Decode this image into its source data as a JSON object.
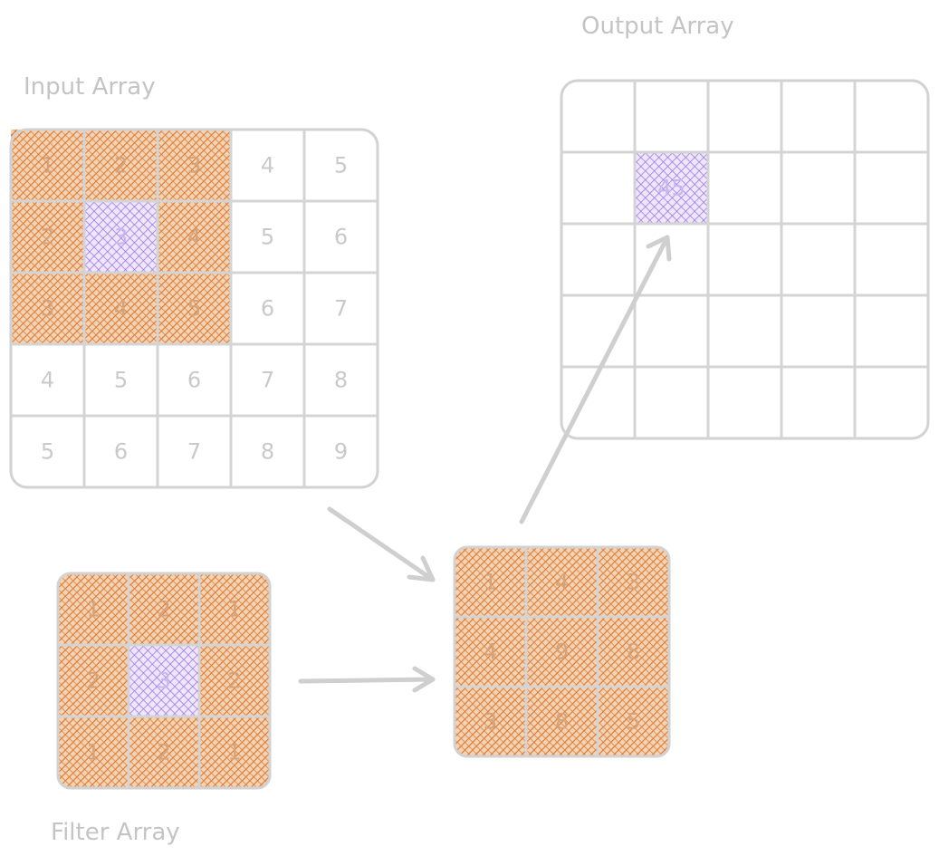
{
  "labels": {
    "input": "Input Array",
    "filter": "Filter Array",
    "output": "Output Array"
  },
  "input": {
    "cells": [
      [
        "1",
        "2",
        "3",
        "4",
        "5"
      ],
      [
        "2",
        "3",
        "4",
        "5",
        "6"
      ],
      [
        "3",
        "4",
        "5",
        "6",
        "7"
      ],
      [
        "4",
        "5",
        "6",
        "7",
        "8"
      ],
      [
        "5",
        "6",
        "7",
        "8",
        "9"
      ]
    ],
    "window": {
      "row": 0,
      "col": 0,
      "size": 3
    },
    "center": {
      "row": 1,
      "col": 1
    }
  },
  "filter": {
    "cells": [
      [
        "1",
        "2",
        "1"
      ],
      [
        "2",
        "3",
        "2"
      ],
      [
        "1",
        "2",
        "1"
      ]
    ],
    "center": {
      "row": 1,
      "col": 1
    }
  },
  "product": {
    "cells": [
      [
        "1",
        "4",
        "3"
      ],
      [
        "4",
        "9",
        "8"
      ],
      [
        "3",
        "8",
        "5"
      ]
    ]
  },
  "output": {
    "rows": 5,
    "cols": 5,
    "filled": {
      "row": 1,
      "col": 1,
      "value": "45"
    }
  },
  "colors": {
    "orange_hatch": "#d9782f",
    "purple_hatch": "#9a73e6",
    "line": "#d2d2d2",
    "text": "#c4c4c4"
  }
}
